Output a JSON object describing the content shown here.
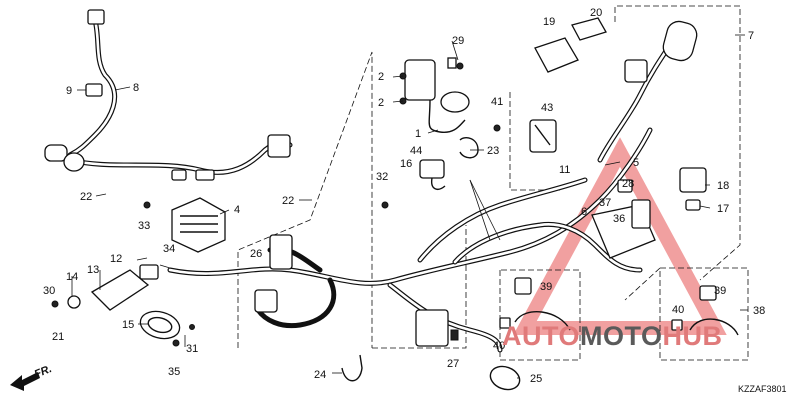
{
  "diagram": {
    "diagram_code": "KZZAF3801",
    "direction_label": "FR.",
    "callouts": [
      "1",
      "2",
      "2",
      "4",
      "5",
      "6",
      "7",
      "8",
      "9",
      "11",
      "12",
      "13",
      "14",
      "15",
      "16",
      "17",
      "18",
      "19",
      "20",
      "21",
      "22",
      "22",
      "23",
      "24",
      "25",
      "26",
      "27",
      "28",
      "29",
      "30",
      "31",
      "32",
      "33",
      "34",
      "35",
      "36",
      "37",
      "38",
      "39",
      "39",
      "40",
      "40",
      "41",
      "43",
      "44"
    ],
    "watermark": {
      "part1": "AUTO",
      "part2": "MOTO",
      "part3": "HUB"
    },
    "colors": {
      "lines": "#111111",
      "watermark_red": "#e07a7a",
      "watermark_gray": "#5a5a5a"
    }
  }
}
